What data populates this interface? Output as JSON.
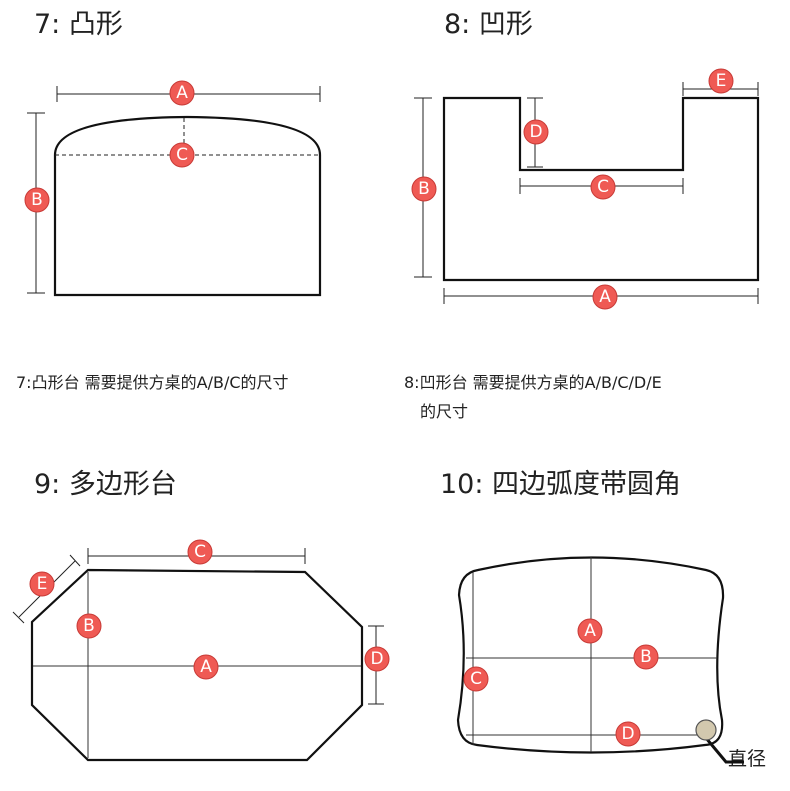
{
  "panels": {
    "p7": {
      "title": "7: 凸形",
      "caption": "7:凸形台 需要提供方桌的A/B/C的尺寸"
    },
    "p8": {
      "title": "8: 凹形",
      "caption_line1": "8:凹形台 需要提供方桌的A/B/C/D/E",
      "caption_line2": "的尺寸"
    },
    "p9": {
      "title": "9: 多边形台"
    },
    "p10": {
      "title": "10: 四边弧度带圆角",
      "diameter_label": "直径"
    }
  },
  "labels": {
    "a": "A",
    "b": "B",
    "c": "C",
    "d": "D",
    "e": "E"
  },
  "colors": {
    "badge": "#ef5a54",
    "badge_border": "#c83a36",
    "outline": "#111111",
    "diameter_dot": "#d2c8ae"
  }
}
